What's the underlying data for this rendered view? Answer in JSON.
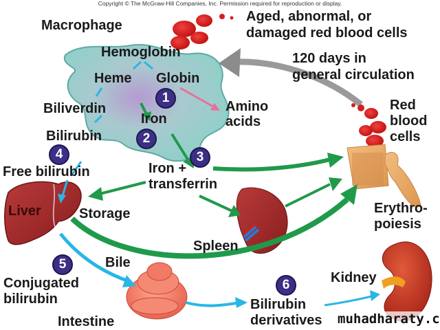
{
  "copyright": "Copyright © The McGraw-Hill Companies, Inc. Permission required for reproduction or display.",
  "labels": {
    "macrophage": "Macrophage",
    "aged_rbc_line1": "Aged, abnormal, or",
    "aged_rbc_line2": "damaged red blood cells",
    "circulation_line1": "120 days in",
    "circulation_line2": "general circulation",
    "hemoglobin": "Hemoglobin",
    "heme": "Heme",
    "globin": "Globin",
    "amino_line1": "Amino",
    "amino_line2": "acids",
    "biliverdin": "Biliverdin",
    "iron": "Iron",
    "bilirubin": "Bilirubin",
    "free_bilirubin": "Free bilirubin",
    "iron_transferrin_line1": "Iron +",
    "iron_transferrin_line2": "transferrin",
    "rbc_line1": "Red",
    "rbc_line2": "blood",
    "rbc_line3": "cells",
    "liver": "Liver",
    "storage": "Storage",
    "erythro_line1": "Erythro-",
    "erythro_line2": "poiesis",
    "spleen": "Spleen",
    "bile": "Bile",
    "conjugated_line1": "Conjugated",
    "conjugated_line2": "bilirubin",
    "kidney": "Kidney",
    "intestine": "Intestine",
    "derivatives_line1": "Bilirubin",
    "derivatives_line2": "derivatives"
  },
  "steps": [
    "1",
    "2",
    "3",
    "4",
    "5",
    "6"
  ],
  "watermark": "muhadharaty.com",
  "colors": {
    "step_badge": "#3b2f86",
    "iron_arrow": "#1f9a4a",
    "bilirubin_arrow": "#29b6e6",
    "globin_arrow": "#e8709a",
    "circulation_arrow": "#9a9a9a",
    "organ_red": "#a82a2a"
  }
}
